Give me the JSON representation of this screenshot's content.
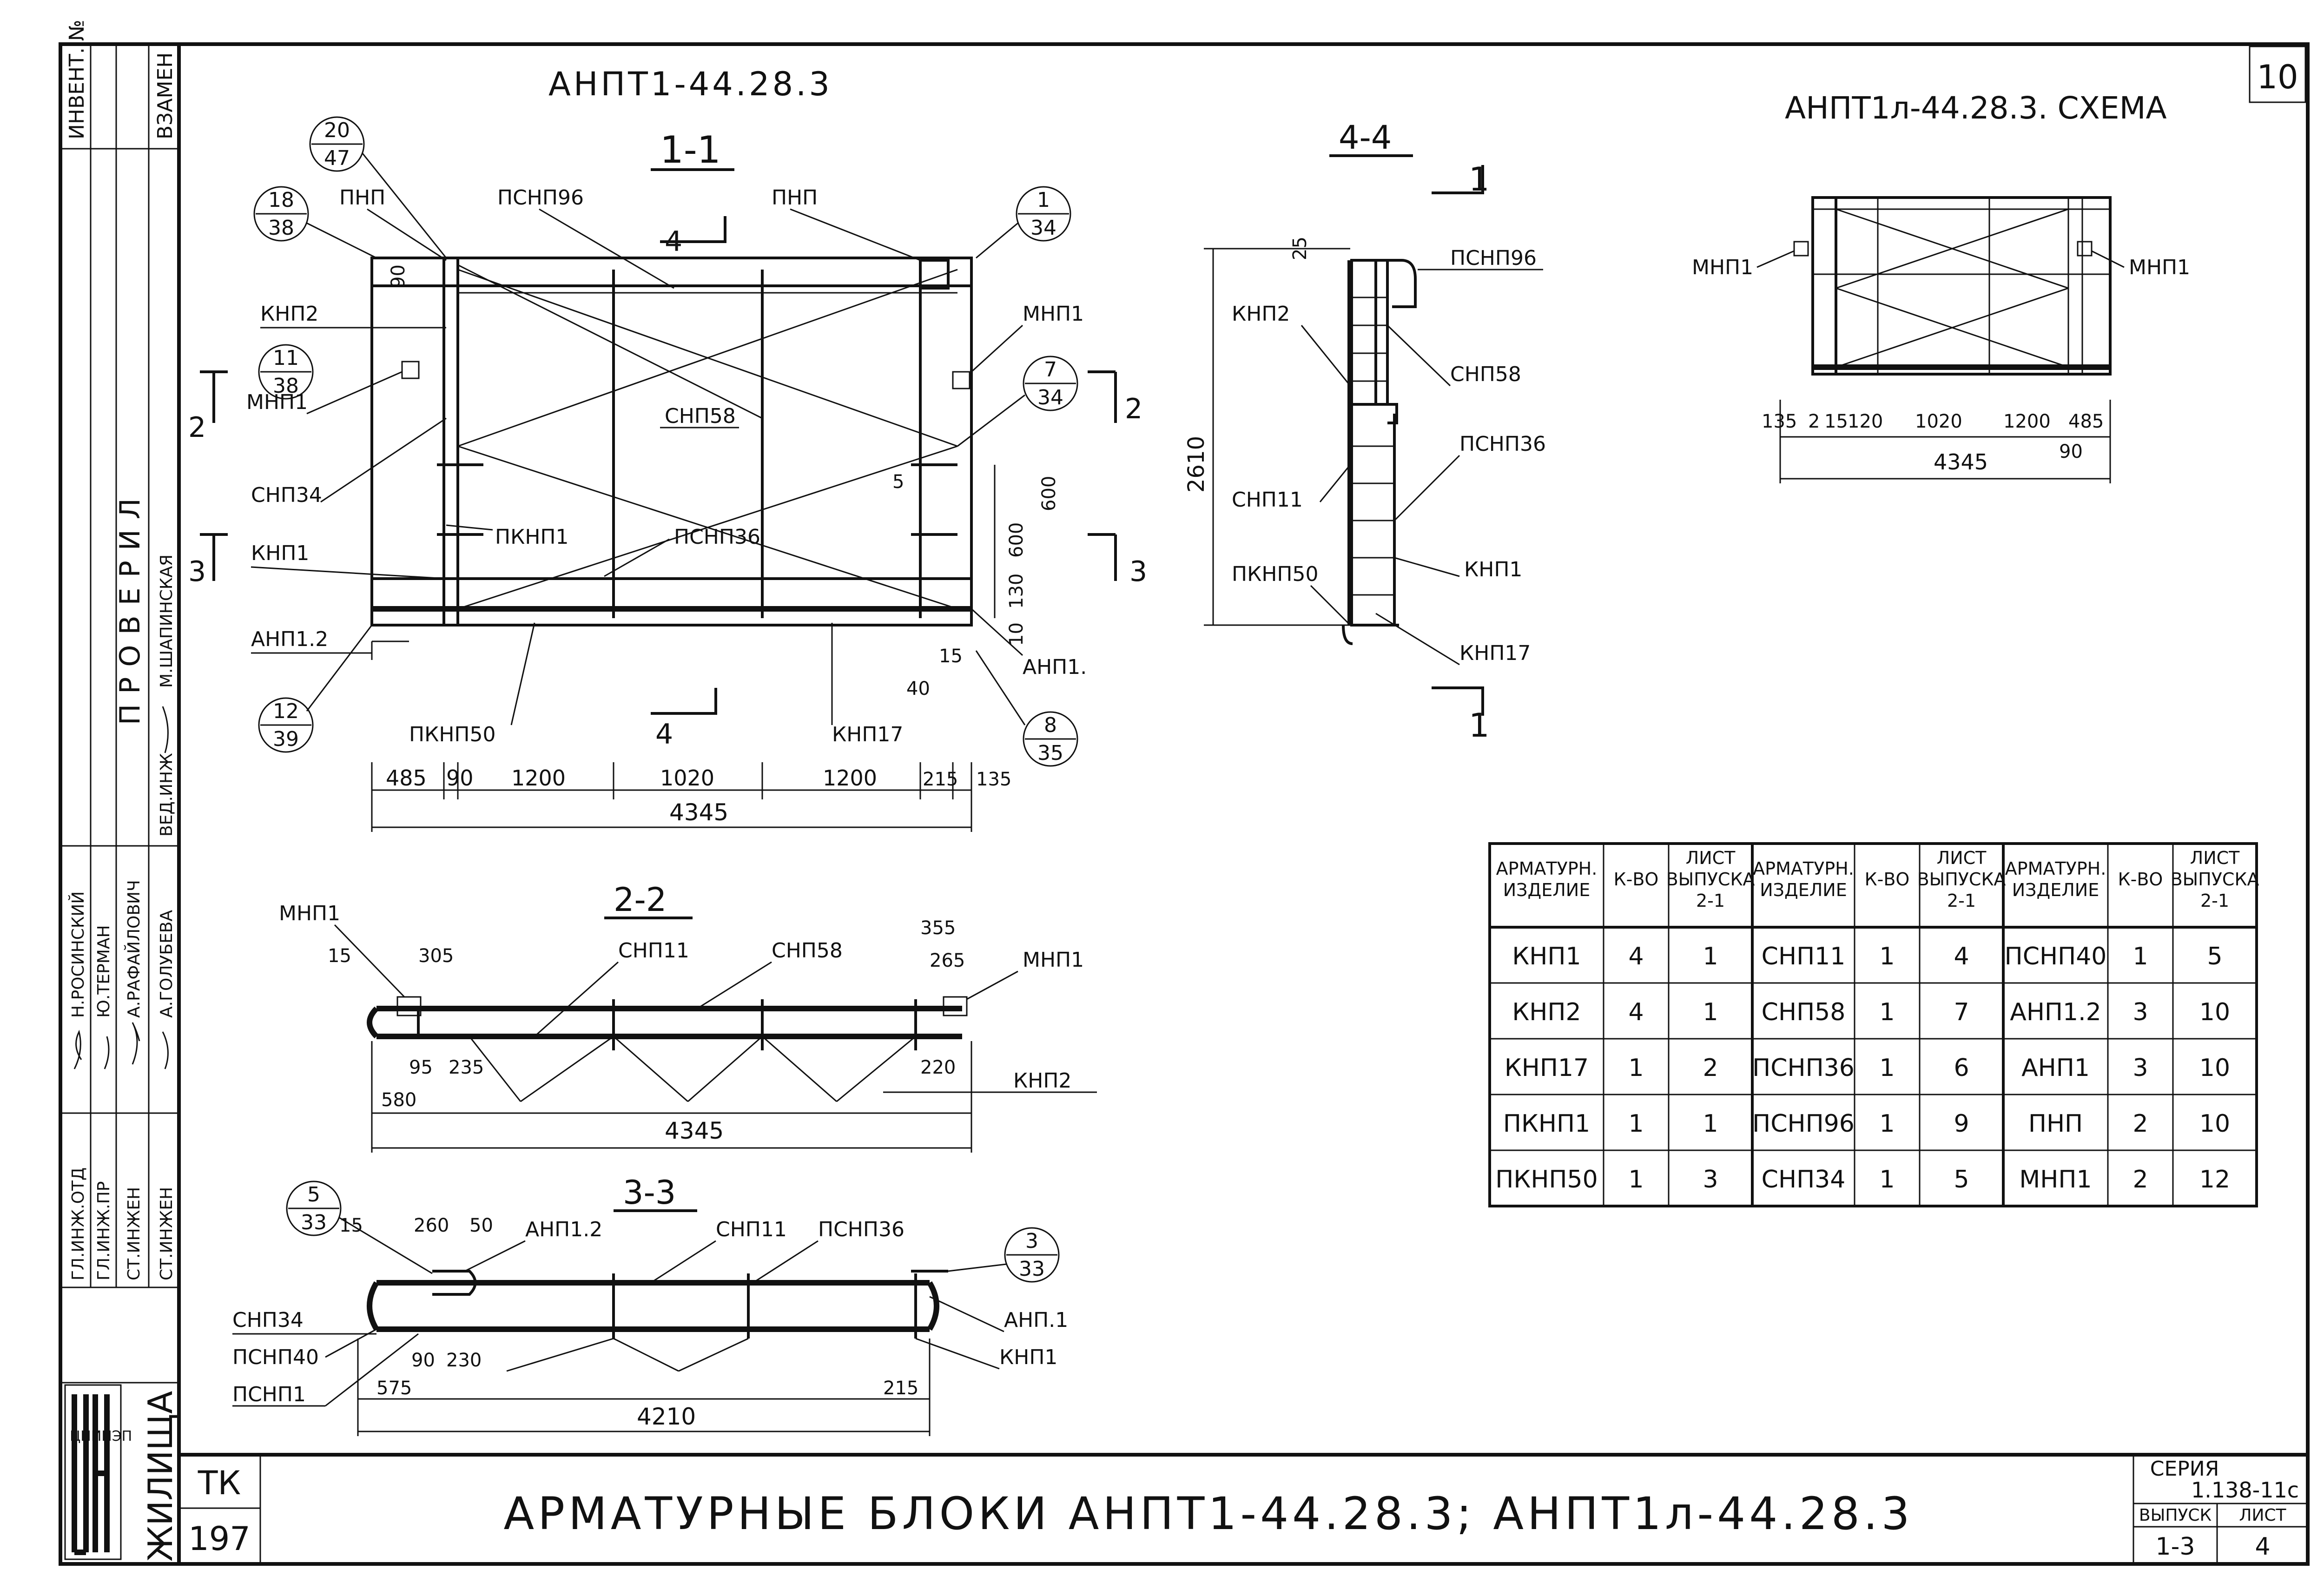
{
  "sheet_number": "10",
  "main_title": "АРМАТУРНЫЕ БЛОКИ АНПТ1-44.28.3; АНПТ1л-44.28.3",
  "series": {
    "label": "СЕРИЯ",
    "value": "1.138-11с"
  },
  "issue": {
    "label": "ВЫПУСК",
    "value": "1-3"
  },
  "sheet": {
    "label": "ЛИСТ",
    "value": "4"
  },
  "stamp": {
    "org": "ЦНИИЭП",
    "dept": "ЖИЛИЩА",
    "code_top": "ТК",
    "code_bottom": "197"
  },
  "left_strip": {
    "invent": "ИНВЕНТ. №",
    "zamen": "ВЗАМЕН",
    "checked": "ПРОВЕРИЛ",
    "roles": [
      "ГЛ.ИНЖ.ОТД",
      "ГЛ.ИНЖ.ПР",
      "СТ.ИНЖЕН",
      "СТ.ИНЖЕН"
    ],
    "names": [
      "Н.РОСИНСКИЙ",
      "Ю.ТЕРМАН",
      "А.РАФАЙЛОВИЧ",
      "А.ГОЛУБЕВА"
    ],
    "role2": "ВЕД.ИНЖ",
    "name2": "М.ШАПИНСКАЯ"
  },
  "views": {
    "plan_title": "АНПТ1-44.28.3",
    "section_11": "1-1",
    "section_22": "2-2",
    "section_33": "3-3",
    "section_44": "4-4",
    "scheme_title": "АНПТ1л-44.28.3. СХЕМА"
  },
  "labels_11": {
    "pnp_left": "ПНП",
    "psnp96": "ПСНП96",
    "pnp_right": "ПНП",
    "knp2": "КНП2",
    "mnp1_left": "МНП1",
    "mnp1_right": "МНП1",
    "snp58": "СНП58",
    "snp34": "СНП34",
    "pknp1": "ПКНП1",
    "psnp36": "ПСНП36",
    "knp1": "КНП1",
    "anp12": "АНП1.2",
    "anp1": "АНП1.",
    "pknp50": "ПКНП50",
    "knp17": "КНП17",
    "cut4_top": "4",
    "cut4_bot": "4",
    "cut2_left": "2",
    "cut2_right": "2",
    "cut3_left": "3",
    "cut3_right": "3"
  },
  "dims_11": {
    "d90": "90",
    "d5": "5",
    "d600a": "600",
    "d600b": "600",
    "d130": "130",
    "d10": "10",
    "d15": "15",
    "d40": "40",
    "bottom": [
      "485",
      "90",
      "1200",
      "1020",
      "1200",
      "215",
      "135"
    ],
    "total": "4345"
  },
  "bubbles": [
    {
      "top": "20",
      "bot": "47"
    },
    {
      "top": "18",
      "bot": "38"
    },
    {
      "top": "1",
      "bot": "34"
    },
    {
      "top": "11",
      "bot": "38"
    },
    {
      "top": "7",
      "bot": "34"
    },
    {
      "top": "12",
      "bot": "39"
    },
    {
      "top": "8",
      "bot": "35"
    },
    {
      "top": "5",
      "bot": "33"
    },
    {
      "top": "3",
      "bot": "33"
    }
  ],
  "labels_22": {
    "mnp1_l": "МНП1",
    "snp11": "СНП11",
    "snp58": "СНП58",
    "mnp1_r": "МНП1",
    "knp2": "КНП2"
  },
  "dims_22": {
    "d15": "15",
    "d305": "305",
    "d355": "355",
    "d265": "265",
    "d95": "95",
    "d235": "235",
    "d580": "580",
    "d220": "220",
    "total": "4345"
  },
  "labels_33": {
    "anp12": "АНП1.2",
    "snp11": "СНП11",
    "psnp36": "ПСНП36",
    "snp34": "СНП34",
    "psnp40": "ПСНП40",
    "psnp1": "ПСНП1",
    "anp1": "АНП.1",
    "knp1": "КНП1"
  },
  "dims_33": {
    "d15": "15",
    "d260": "260",
    "d50": "50",
    "d90": "90",
    "d230": "230",
    "d575": "575",
    "d215": "215",
    "total": "4210"
  },
  "labels_44": {
    "cut1_top": "1",
    "cut1_bot": "1",
    "d25": "25",
    "psnp96": "ПСНП96",
    "knp2": "КНП2",
    "snp58": "СНП58",
    "psnp36": "ПСНП36",
    "snp11": "СНП11",
    "knp1": "КНП1",
    "pknp50": "ПКНП50",
    "knp17": "КНП17",
    "height": "2610"
  },
  "scheme": {
    "mnp1_left": "МНП1",
    "mnp1_right": "МНП1",
    "dims": [
      "135",
      "2",
      "15",
      "120",
      "1020",
      "1200",
      "485"
    ],
    "d90": "90",
    "total": "4345"
  },
  "table": {
    "headers": [
      "АРМАТУРН. ИЗДЕЛИЕ",
      "К-ВО",
      "ЛИСТ ВЫПУСКА 2-1",
      "АРМАТУРН. ИЗДЕЛИЕ",
      "К-ВО",
      "ЛИСТ ВЫПУСКА 2-1",
      "АРМАТУРН. ИЗДЕЛИЕ",
      "К-ВО",
      "ЛИСТ ВЫПУСКА 2-1"
    ],
    "rows": [
      [
        "КНП1",
        "4",
        "1",
        "СНП11",
        "1",
        "4",
        "ПСНП40",
        "1",
        "5"
      ],
      [
        "КНП2",
        "4",
        "1",
        "СНП58",
        "1",
        "7",
        "АНП1.2",
        "3",
        "10"
      ],
      [
        "КНП17",
        "1",
        "2",
        "ПСНП36",
        "1",
        "6",
        "АНП1",
        "3",
        "10"
      ],
      [
        "ПКНП1",
        "1",
        "1",
        "ПСНП96",
        "1",
        "9",
        "ПНП",
        "2",
        "10"
      ],
      [
        "ПКНП50",
        "1",
        "3",
        "СНП34",
        "1",
        "5",
        "МНП1",
        "2",
        "12"
      ]
    ]
  }
}
